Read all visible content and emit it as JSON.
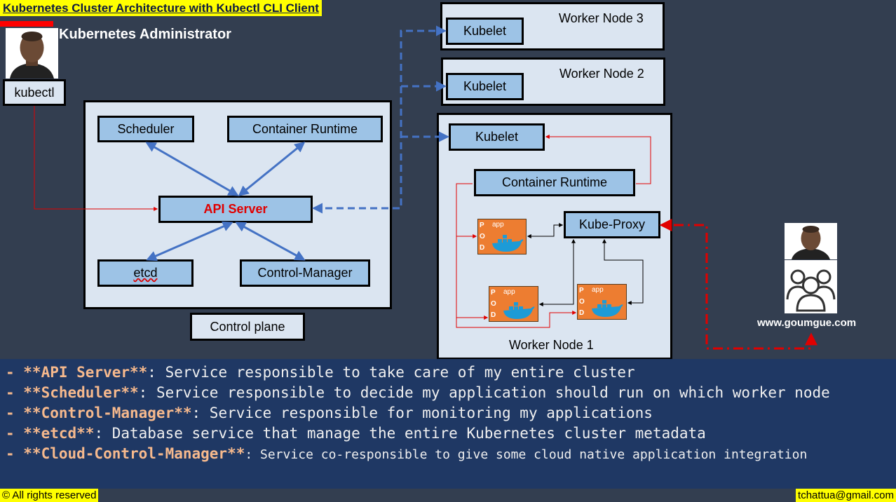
{
  "header": {
    "title": "Kubernetes Cluster Architecture with Kubectl CLI Client",
    "admin_label": "Kubernetes Administrator"
  },
  "client": {
    "kubectl_label": "kubectl"
  },
  "control_plane": {
    "label": "Control plane",
    "scheduler": "Scheduler",
    "container_runtime": "Container Runtime",
    "api_server": "API Server",
    "etcd": "etcd",
    "control_manager": "Control-Manager"
  },
  "workers": {
    "node3": {
      "label": "Worker Node 3",
      "kubelet": "Kubelet"
    },
    "node2": {
      "label": "Worker Node 2",
      "kubelet": "Kubelet"
    },
    "node1": {
      "label": "Worker Node 1",
      "kubelet": "Kubelet",
      "container_runtime": "Container Runtime",
      "kube_proxy": "Kube-Proxy",
      "pods": [
        {
          "letters": [
            "P",
            "O",
            "D"
          ],
          "app": "app"
        },
        {
          "letters": [
            "P",
            "O",
            "D"
          ],
          "app": "app"
        },
        {
          "letters": [
            "P",
            "O",
            "D"
          ],
          "app": "app"
        }
      ]
    }
  },
  "users": {
    "website": "www.goumgue.com",
    "icon": "users-group-icon"
  },
  "descriptions": [
    {
      "key": "- **API Server**",
      "text": ": Service responsible to take care of my entire cluster"
    },
    {
      "key": "- **Scheduler**",
      "text": ": Service responsible to decide my application should run on which worker node"
    },
    {
      "key": "- **Control-Manager**",
      "text": ": Service responsible for monitoring my applications"
    },
    {
      "key": "- **etcd**",
      "text": ": Database service that manage the entire Kubernetes cluster metadata"
    },
    {
      "key": "- **Cloud-Control-Manager**",
      "text": ": Service co-responsible to give some cloud native application integration"
    }
  ],
  "footer": {
    "copyright": "© All rights reserved",
    "email": "tchattua@gmail.com"
  },
  "colors": {
    "background": "#333e50",
    "banner": "#ffff00",
    "api_text": "#e00000",
    "blue_arrow": "#4472c4",
    "red_link": "#e00000",
    "light_box": "#dbe5f1",
    "blue_box": "#9dc3e6",
    "pod": "#ed7d31",
    "desc_panel": "#1f3864"
  }
}
